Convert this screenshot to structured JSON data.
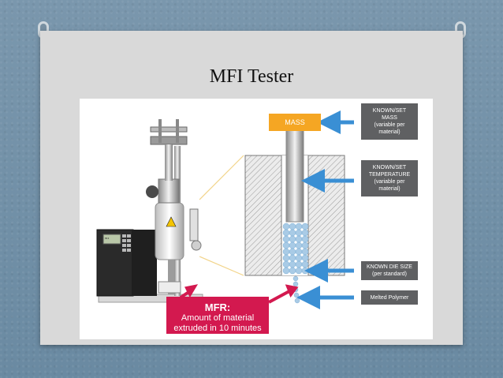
{
  "slide": {
    "title": "MFI Tester"
  },
  "diagram": {
    "mass_label": "MASS",
    "labels": {
      "known_mass": "KNOWN/SET\nMASS\n(variable per\nmaterial)",
      "known_temperature": "KNOWN/SET\nTEMPERATURE\n(variable per\nmaterial)",
      "known_die_size": "KNOWN DIE SIZE\n(per standard)",
      "melted_polymer": "Melted Polymer"
    },
    "mfr": {
      "title": "MFR:",
      "line1": "Amount of material",
      "line2": "extruded in 10 minutes"
    },
    "colors": {
      "arrow_blue": "#3a8fd4",
      "mass_orange": "#f5a623",
      "label_gray": "#5f6062",
      "mfr_red": "#d3194f",
      "polymer_blue": "#a9cbe6"
    }
  }
}
